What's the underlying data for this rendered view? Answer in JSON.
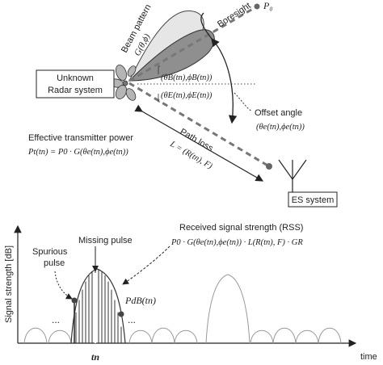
{
  "top": {
    "beam_pattern_label": "Beam pattern",
    "beam_pattern_formula": "G(θ,ϕ)",
    "boresight_label": "Boresight",
    "p0_label": "P₀",
    "radar_box_line1": "Unknown",
    "radar_box_line2": "Radar system",
    "angle_b_label": "(θB(tn),ϕB(tn))",
    "angle_e_label": "(θE(tn),ϕE(tn))",
    "offset_angle_label": "Offset angle",
    "offset_angle_formula": "(θe(tn),ϕe(tn))",
    "etp_label": "Effective transmitter power",
    "etp_formula": "Pt(tn) = P0 · G(θe(tn),ϕe(tn))",
    "path_loss_label": "Path loss",
    "path_loss_formula": "L = (R(tn), F)",
    "es_box_label": "ES system"
  },
  "bottom": {
    "y_axis_label": "Signal strength [dB]",
    "x_axis_label": "time",
    "tn_label": "tn",
    "spurious_line1": "Spurious",
    "spurious_line2": "pulse",
    "missing_pulse_label": "Missing pulse",
    "rss_label": "Received signal strength (RSS)",
    "rss_formula": "P0 · G(θe(tn),ϕe(tn)) · L(R(tn), F) · GR",
    "pdb_label": "PdB(tn)",
    "dots_left": "...",
    "dots_right": "..."
  }
}
